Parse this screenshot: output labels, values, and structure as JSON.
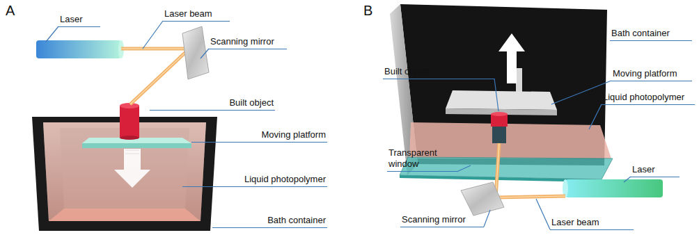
{
  "diagram": {
    "labels": [
      "A",
      "B",
      "Laser beam",
      "Laser",
      "Scanning mirror",
      "Built object",
      "Moving platform",
      "Liquid photopolymer",
      "Bath container",
      "Bath container",
      "Moving platform",
      "Liquid photopolymer",
      "Built object",
      "Transparent window",
      "Laser",
      "Laser beam",
      "Scanning mirror"
    ]
  }
}
